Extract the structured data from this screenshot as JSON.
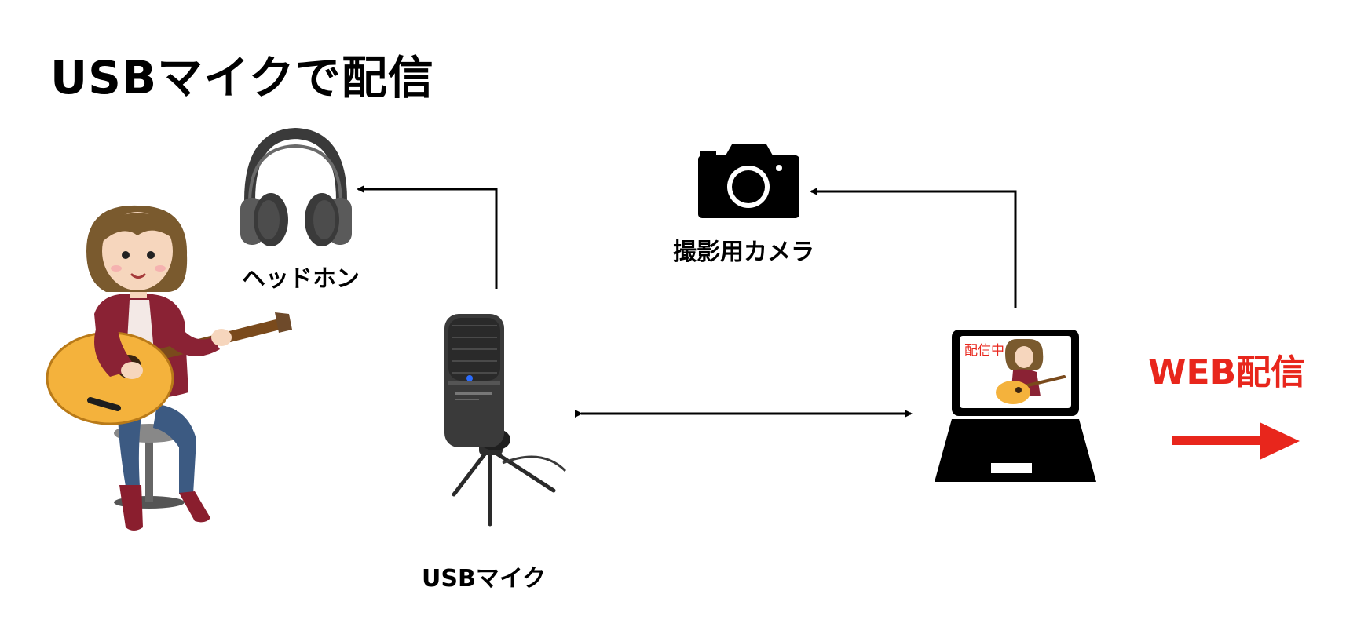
{
  "title": "USBマイクで配信",
  "labels": {
    "headphones": "ヘッドホン",
    "camera": "撮影用カメラ",
    "usb_mic": "USBマイク",
    "web_stream": "WEB配信",
    "screen_badge": "配信中"
  },
  "icons": {
    "performer": "guitar-player-illustration",
    "headphones": "headphones-icon",
    "camera": "camera-icon",
    "microphone": "usb-microphone-icon",
    "laptop": "laptop-icon"
  },
  "colors": {
    "accent": "#e8261c",
    "line": "#000000"
  }
}
